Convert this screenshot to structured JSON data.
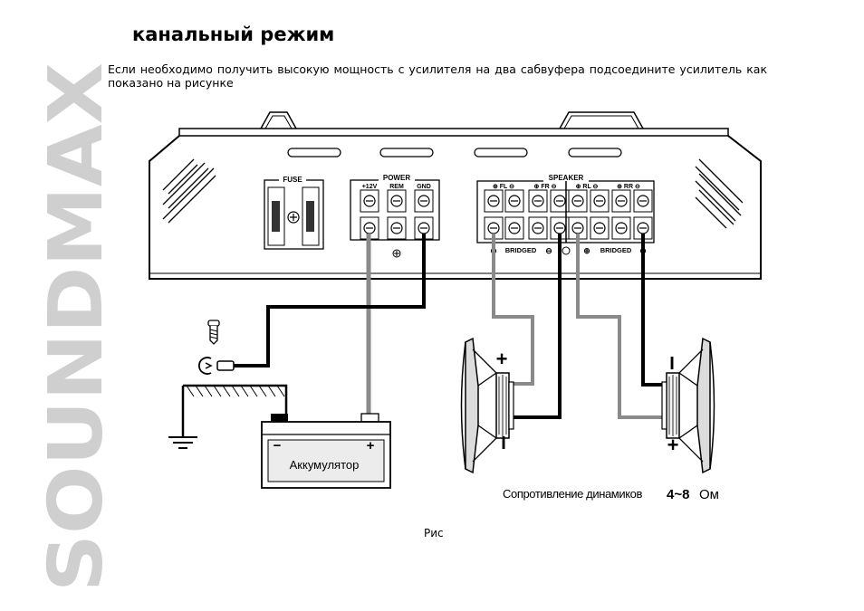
{
  "brand": {
    "logo_text": "SOUNDMAX",
    "color": "#cfcfcf"
  },
  "title": "канальный режим",
  "intro": "Если необходимо получить высокую мощность с усилителя на два сабвуфера  подсоедините усилитель как показано на рисунке",
  "amplifier": {
    "fuse_label": "FUSE",
    "power_label": "POWER",
    "power_terminals": [
      "+12V",
      "REM",
      "GND"
    ],
    "speaker_label": "SPEAKER",
    "speaker_channels": [
      "FL",
      "FR",
      "RL",
      "RR"
    ],
    "bridged_label": "BRIDGED"
  },
  "battery": {
    "label": "Аккумулятор",
    "minus": "−",
    "plus": "+"
  },
  "speaker_polarity": {
    "plus": "+",
    "minus": "I"
  },
  "impedance": {
    "label": "Сопротивление динамиков",
    "value": "4~8",
    "unit": "Ом"
  },
  "caption": "Рис"
}
